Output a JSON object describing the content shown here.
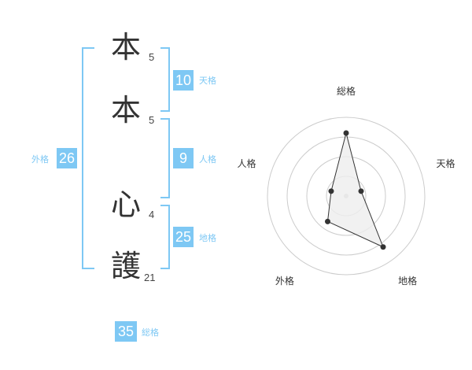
{
  "name_chars": [
    {
      "char": "本",
      "strokes": "5"
    },
    {
      "char": "本",
      "strokes": "5"
    },
    {
      "char": "心",
      "strokes": "4"
    },
    {
      "char": "護",
      "strokes": "21"
    }
  ],
  "kaku": {
    "tenkaku": {
      "value": "10",
      "label": "天格"
    },
    "jinkaku": {
      "value": "9",
      "label": "人格"
    },
    "chikaku": {
      "value": "25",
      "label": "地格"
    },
    "gaikaku": {
      "value": "26",
      "label": "外格"
    },
    "soukaku": {
      "value": "35",
      "label": "総格"
    }
  },
  "chart_data": {
    "type": "radar",
    "axes": [
      "総格",
      "天格",
      "地格",
      "外格",
      "人格"
    ],
    "values": [
      4,
      1,
      4,
      2,
      1
    ],
    "max": 5,
    "rings": 4,
    "colors": {
      "fill": "#eeeeee",
      "stroke": "#333333",
      "ring": "#cccccc",
      "point": "#333333"
    }
  },
  "colors": {
    "accent": "#7ec8f4",
    "text": "#333333"
  }
}
